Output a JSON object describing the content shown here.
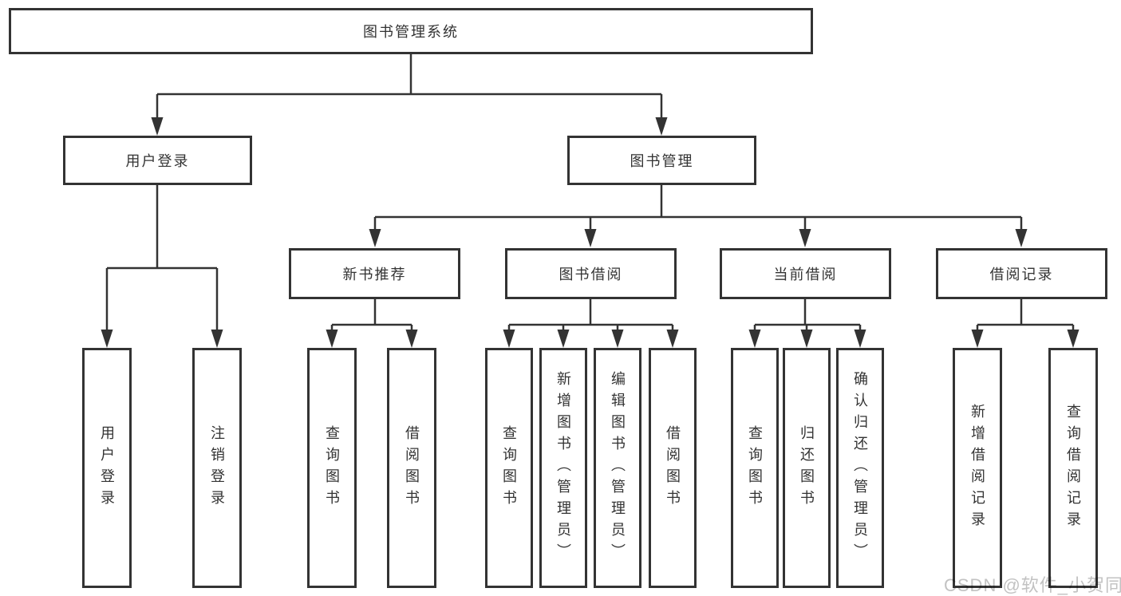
{
  "diagram": {
    "root": "图书管理系统",
    "level2": [
      "用户登录",
      "图书管理"
    ],
    "level3": [
      "新书推荐",
      "图书借阅",
      "当前借阅",
      "借阅记录"
    ],
    "leaves": {
      "user_login": [
        "用户登录",
        "注销登录"
      ],
      "new_book_recommend": [
        "查询图书",
        "借阅图书"
      ],
      "book_borrow": [
        "查询图书",
        "新增图书（管理员）",
        "编辑图书（管理员）",
        "借阅图书"
      ],
      "current_borrow": [
        "查询图书",
        "归还图书",
        "确认归还（管理员）"
      ],
      "borrow_records": [
        "新增借阅记录",
        "查询借阅记录"
      ]
    }
  },
  "watermark": "CSDN @软件_小贺同学",
  "colors": {
    "line": "#333333",
    "text": "#333333",
    "watermark": "#c2c2c2",
    "background": "#ffffff"
  }
}
